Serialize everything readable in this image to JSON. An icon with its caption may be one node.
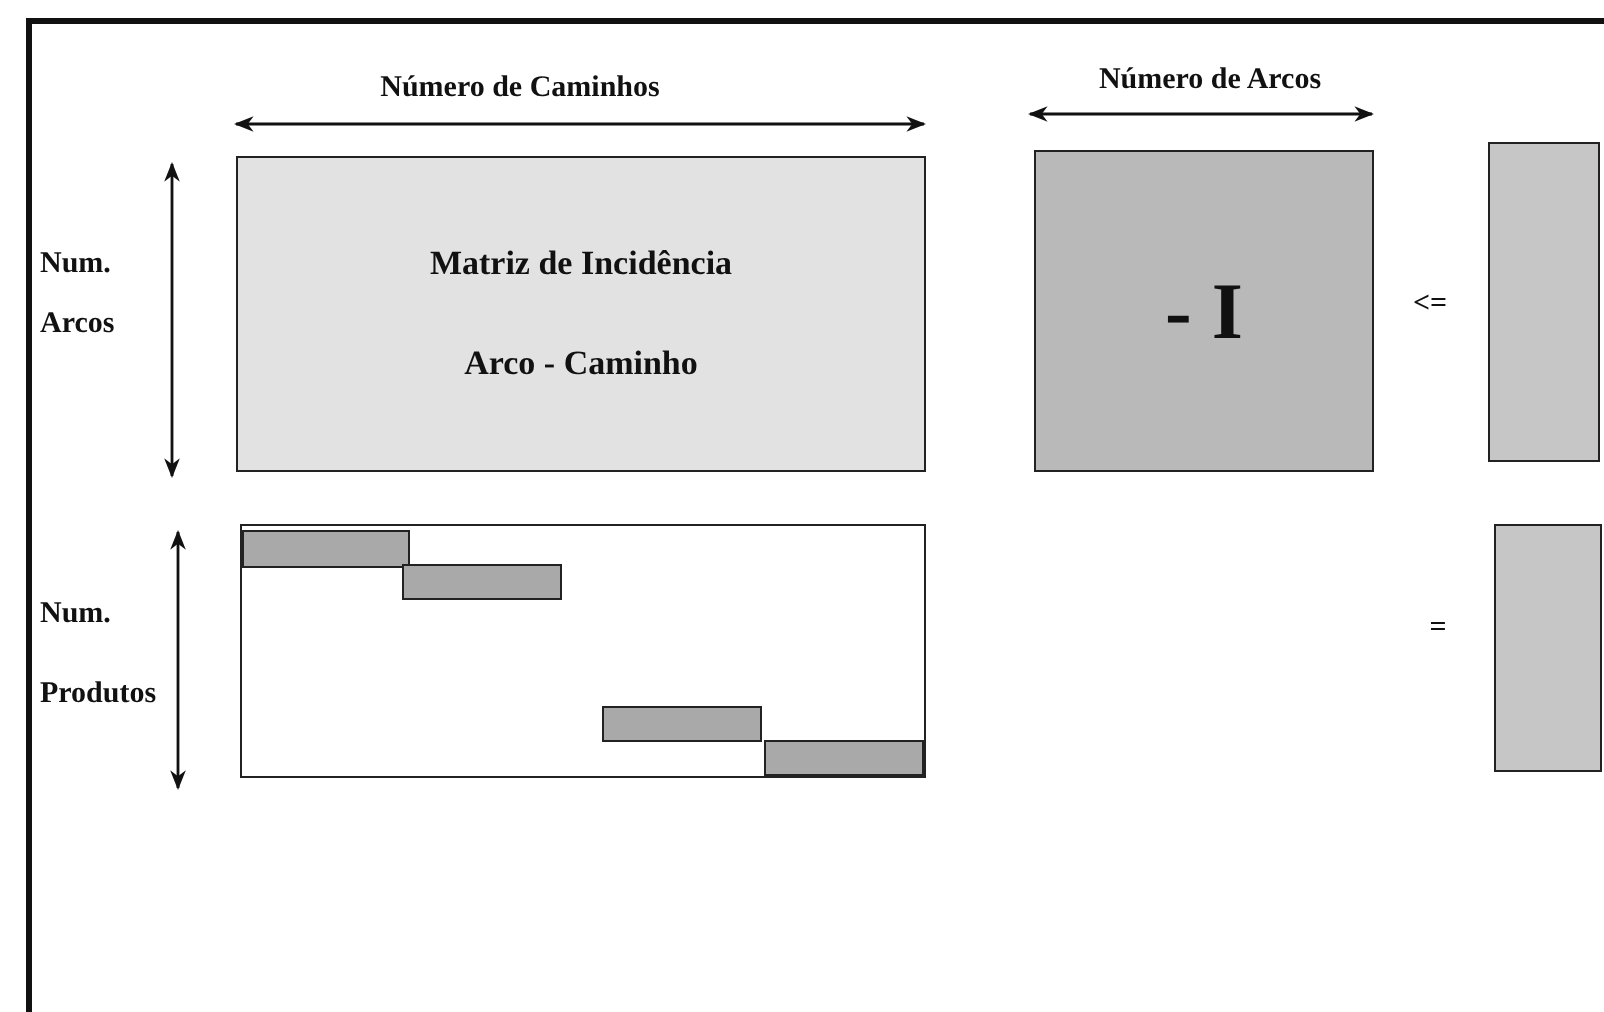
{
  "diagram": {
    "nodes": [
      {
        "text": [
          "Matriz de Incidência",
          "Arco - Caminho"
        ]
      },
      {
        "text": [
          "- I"
        ]
      },
      {
        "text": [],
        "shape": "bar"
      },
      {
        "text": [],
        "shape": "box"
      },
      {
        "text": [],
        "shape": "bar",
        "in": 3
      },
      {
        "text": [],
        "shape": "bar",
        "in": 3
      },
      {
        "text": [],
        "shape": "bar",
        "in": 3
      },
      {
        "text": [],
        "shape": "bar",
        "in": 3
      },
      {
        "text": [],
        "shape": "bar"
      }
    ],
    "labels": [
      "Número de Caminhos",
      "Número de Arcos",
      "Num. Arcos",
      "<=",
      "Num. Produtos",
      "="
    ]
  }
}
